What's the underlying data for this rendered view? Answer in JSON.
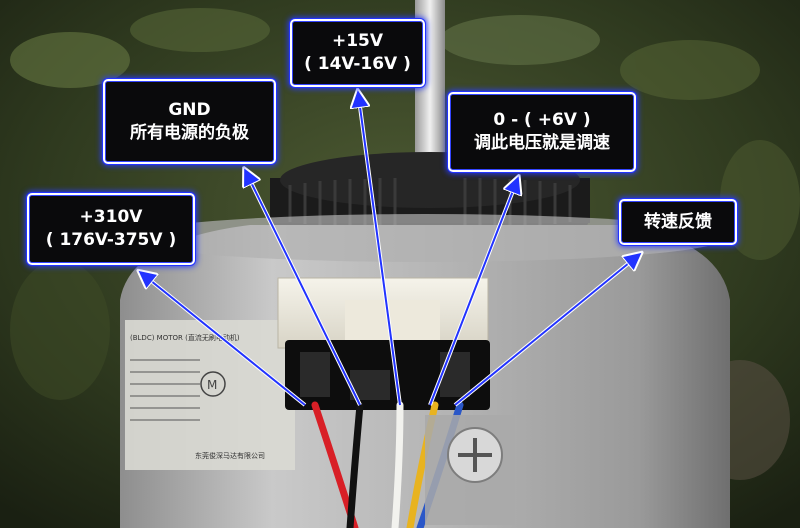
{
  "callouts": {
    "v310": {
      "line1": "+310V",
      "line2": "( 176V-375V )"
    },
    "gnd": {
      "line1": "GND",
      "line2": "所有电源的负极"
    },
    "v15": {
      "line1": "+15V",
      "line2": "( 14V-16V )"
    },
    "speed": {
      "line1": "0 - ( +6V )",
      "line2": "调此电压就是调速"
    },
    "feedback": {
      "line1": "转速反馈"
    }
  },
  "motor_label": {
    "model": "(BLDC) MOTOR (直流无刷电动机)",
    "maker": "东莞俊深马达有限公司"
  },
  "wire_colors": {
    "red": "#d81f26",
    "black": "#111111",
    "white": "#f2f2ee",
    "yellow": "#e8b320",
    "blue": "#2a57c8"
  },
  "accent": {
    "glow": "#2233ff",
    "box_bg": "#0a0a0c",
    "text": "#ffffff"
  }
}
